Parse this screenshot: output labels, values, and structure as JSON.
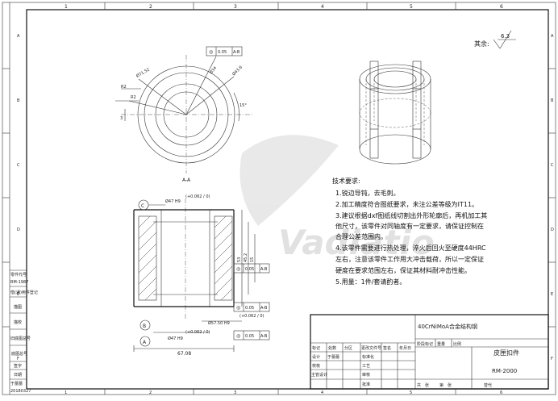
{
  "border": {
    "cols_top": [
      "1",
      "2",
      "3",
      "4",
      "5",
      "6"
    ],
    "cols_bottom": [
      "1",
      "2",
      "3",
      "4",
      "5",
      "6"
    ],
    "rows_left": [
      "A",
      "B",
      "C",
      "D",
      "E",
      "F"
    ],
    "rows_right": [
      "A",
      "B",
      "C",
      "D",
      "E",
      "F"
    ]
  },
  "surface_finish": {
    "label": "其余:",
    "value": "6.3"
  },
  "left_strip": {
    "items": [
      "零件代号",
      "RM-1987",
      "借(通)用件登记",
      "描图",
      "描校",
      "旧底图总号",
      "底图总号",
      "签字",
      "日期",
      "于蕾蕾",
      "20180327"
    ]
  },
  "top_view": {
    "section_label": "A-A",
    "dims": {
      "d1": "Ø71.52",
      "d2": "R2",
      "d3": "R2",
      "d4": "Ø34",
      "d5": "Ø43.6",
      "d6": "3",
      "d7": "15°"
    },
    "gdt1": {
      "symbol": "◎",
      "tol": "0.05",
      "datum": "A-B"
    }
  },
  "section_view": {
    "datum_c": "C",
    "datum_b": "B",
    "datum_a": "A",
    "dim_top_main": "Ø47 H9",
    "dim_top_tol": "(+0.062 / 0)",
    "dim_bot_main": "Ø47 H9",
    "dim_bot_tol": "(+0.062 / 0)",
    "dim_mid": "Ø57.50 H9",
    "dim_mid_tol": "(+0.062 / 0)",
    "dim_width": "67.08",
    "dim_height_a": "53",
    "dim_height_b": "45.2",
    "dim_height_c": "15",
    "gdt2": {
      "symbol": "◎",
      "tol": "0.05",
      "datum": "A-B"
    },
    "gdt3": {
      "symbol": "◎",
      "tol": "0.05",
      "datum": "A-B"
    },
    "gdt4": {
      "symbol": "◎",
      "tol": "0.05",
      "datum": "A-B"
    }
  },
  "tech_requirements": {
    "title": "技术要求:",
    "lines": [
      "1.锐边导钝，去毛刺。",
      "2.加工精度符合图纸要求，未注公差等级为IT11。",
      "3.建议根据dxf图纸线切割出外形轮廓后，再机加工其",
      "  他尺寸，该零件对同轴度有一定要求，请保证控制在",
      "  合理公差范围内。",
      "4.该零件需要进行热处理，淬火后回火至硬度44HRC",
      "  左右，注意该零件工作用大冲击载荷，所以一定保证",
      "  硬度在要求范围左右，保证其材料耐冲击性能。",
      "5.用量：1件/套请酌者。"
    ]
  },
  "title_block": {
    "material": "40CrNiMoA合金结构钢",
    "part_name": "皮匣扣件",
    "drawing_no": "RM-2000",
    "headers": [
      "标记",
      "处数",
      "分区",
      "更改文件号",
      "签名",
      "年月日"
    ],
    "rows": [
      [
        "设计",
        "于蕾蕾",
        "",
        "标准化",
        "",
        ""
      ],
      [
        "校核",
        "",
        "",
        "工艺",
        "",
        ""
      ],
      [
        "主管设计",
        "",
        "",
        "审核",
        "",
        ""
      ],
      [
        "",
        "",
        "",
        "批准",
        "",
        ""
      ]
    ],
    "stage_headers": [
      "阶段标记",
      "重量",
      "比例"
    ],
    "sheet_info": [
      "共",
      "张",
      "第",
      "张"
    ],
    "version_label": "替代"
  },
  "watermark": {
    "text": "Vadiatio"
  }
}
